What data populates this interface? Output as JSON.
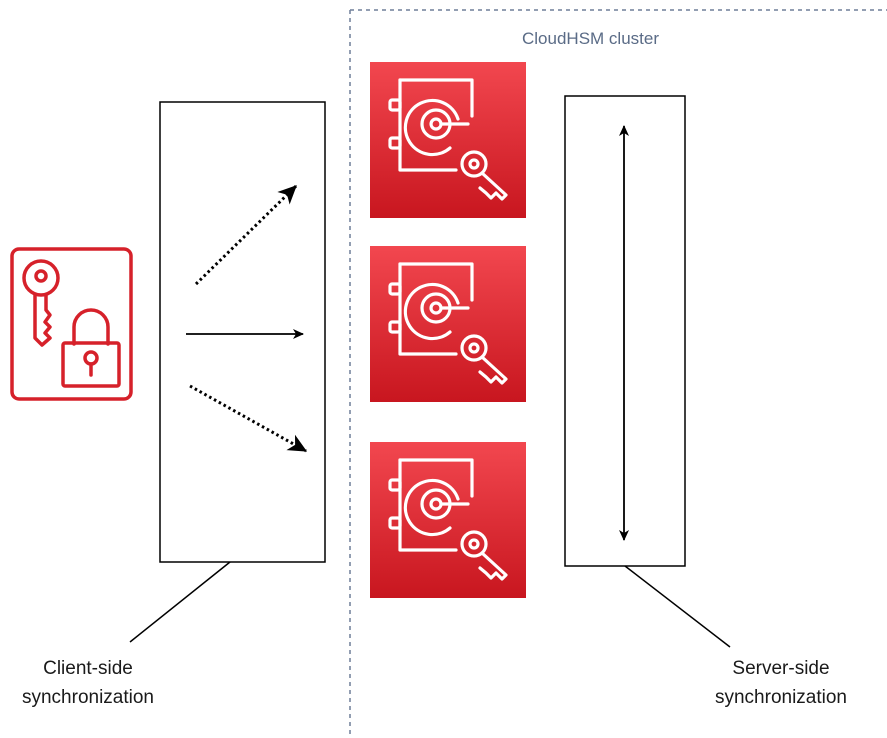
{
  "cluster": {
    "label": "CloudHSM cluster"
  },
  "client_sync": {
    "caption_line1": "Client-side",
    "caption_line2": "synchronization"
  },
  "server_sync": {
    "caption_line1": "Server-side",
    "caption_line2": "synchronization"
  },
  "icons": {
    "key_lock": "key-and-padlock-icon",
    "hsm": "hardware-security-module-icon"
  },
  "colors": {
    "accent_red": "#d6212a",
    "accent_red_light": "#f2474f",
    "cluster_border": "#6f7f99",
    "line": "#000000"
  }
}
